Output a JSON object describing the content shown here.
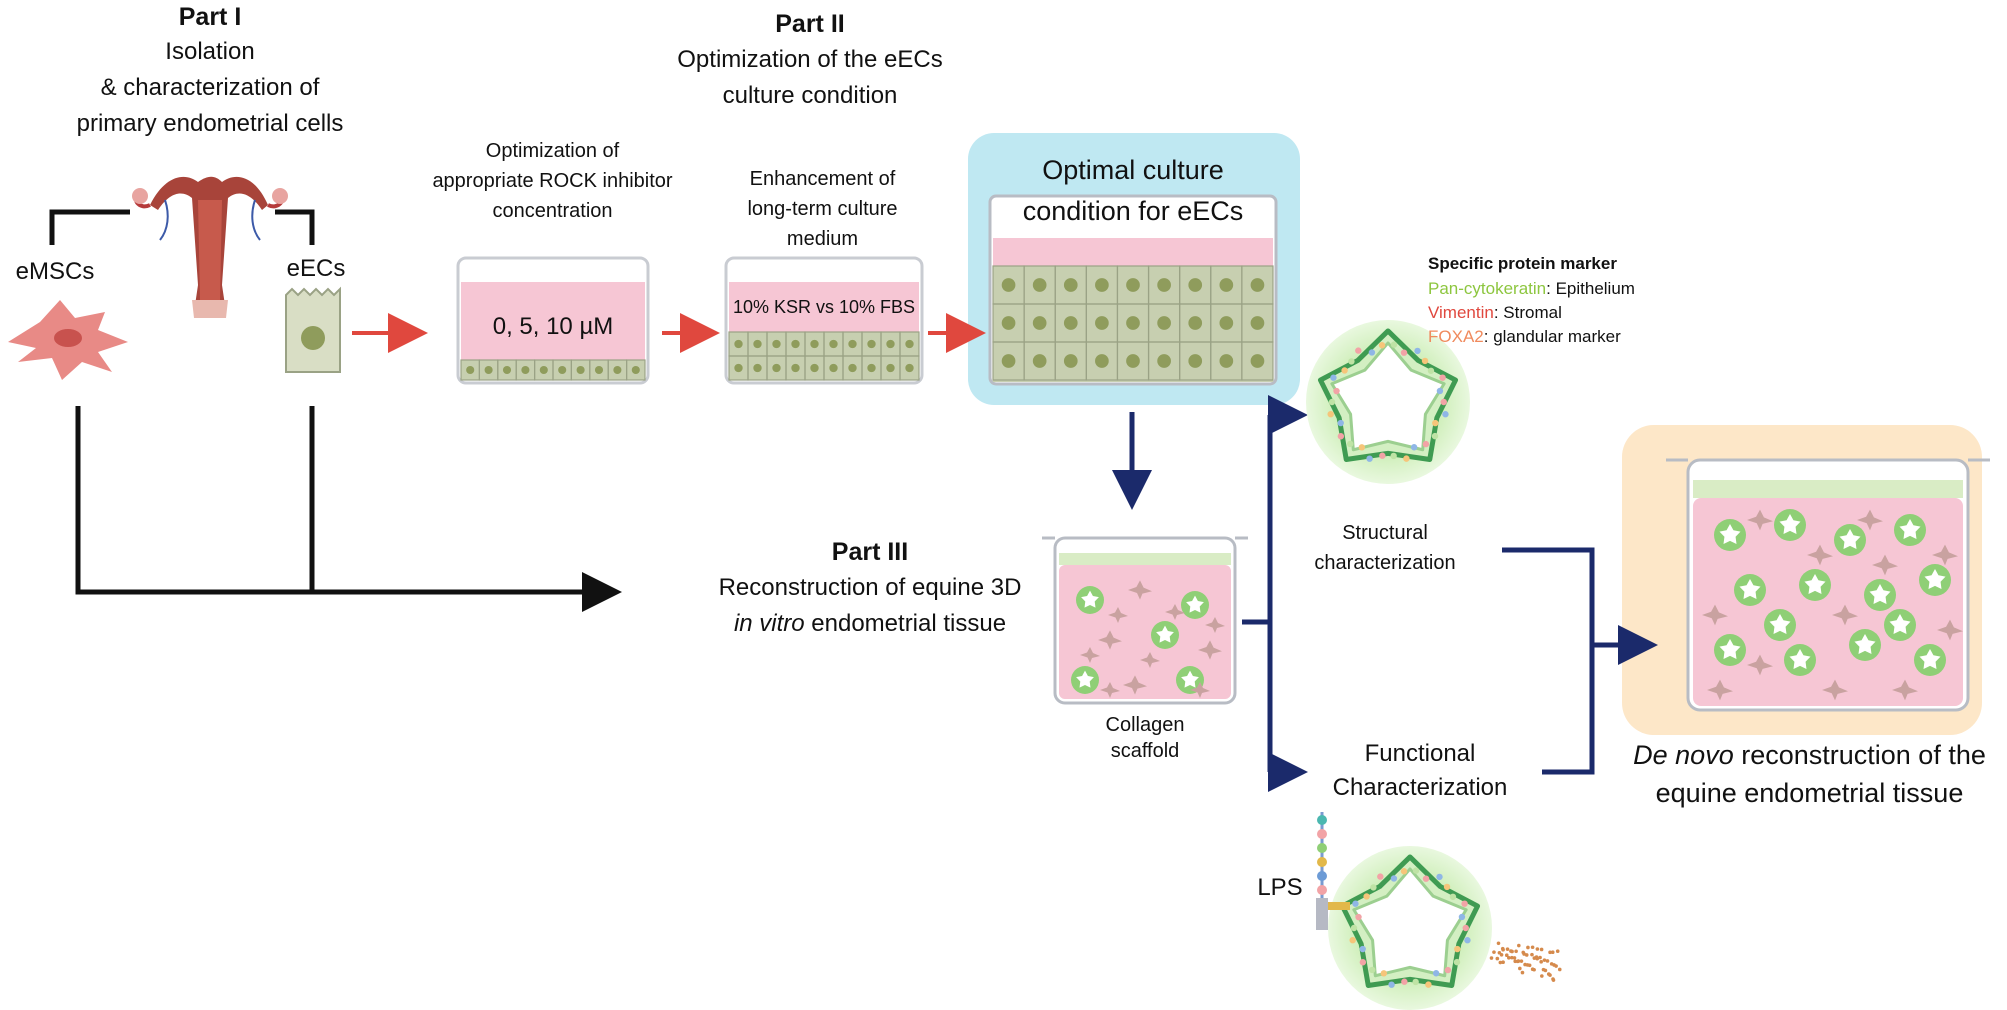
{
  "part1": {
    "title": "Part I",
    "line1": "Isolation",
    "line2": "& characterization of",
    "line3": "primary  endometrial cells",
    "emsc_label": "eMSCs",
    "eec_label": "eECs"
  },
  "part2": {
    "title": "Part II",
    "line1": "Optimization of the eECs",
    "line2": "culture condition",
    "step1": {
      "line1": "Optimization of",
      "line2": "appropriate ROCK inhibitor",
      "line3": "concentration",
      "well_text": "0, 5, 10 µM"
    },
    "step2": {
      "line1": "Enhancement of",
      "line2": "long-term culture",
      "line3": "medium",
      "well_text": "10% KSR vs 10% FBS"
    },
    "step3": {
      "line1": "Optimal culture",
      "line2": "condition for eECs"
    }
  },
  "part3": {
    "title": "Part III",
    "line1": "Reconstruction of equine 3D",
    "line2_italic": "in vitro",
    "line2_rest": " endometrial tissue",
    "scaffold_line1": "Collagen",
    "scaffold_line2": "scaffold"
  },
  "markers": {
    "title": "Specific protein marker",
    "items": [
      {
        "name": "Pan-cytokeratin",
        "desc": ": Epithelium",
        "color": "#8dc63f"
      },
      {
        "name": "Vimentin",
        "desc": ": Stromal",
        "color": "#e0483e"
      },
      {
        "name": "FOXA2",
        "desc": ": glandular marker",
        "color": "#f08a5d"
      }
    ]
  },
  "structural": {
    "line1": "Structural",
    "line2": "characterization"
  },
  "functional": {
    "line1": "Functional",
    "line2": "Characterization"
  },
  "lps_label": "LPS",
  "final": {
    "italic": "De novo",
    "line1_rest": " reconstruction of the",
    "line2": "equine endometrial tissue"
  },
  "colors": {
    "red_arrow": "#e0483e",
    "navy_arrow": "#1b2a6b",
    "medium_pink": "#f6c6d4",
    "cell_green": "#c7cfb0",
    "highlight_blue": "#bfe8f2",
    "highlight_peach": "#fde7c8",
    "gland_green": "#a9dd8a"
  }
}
